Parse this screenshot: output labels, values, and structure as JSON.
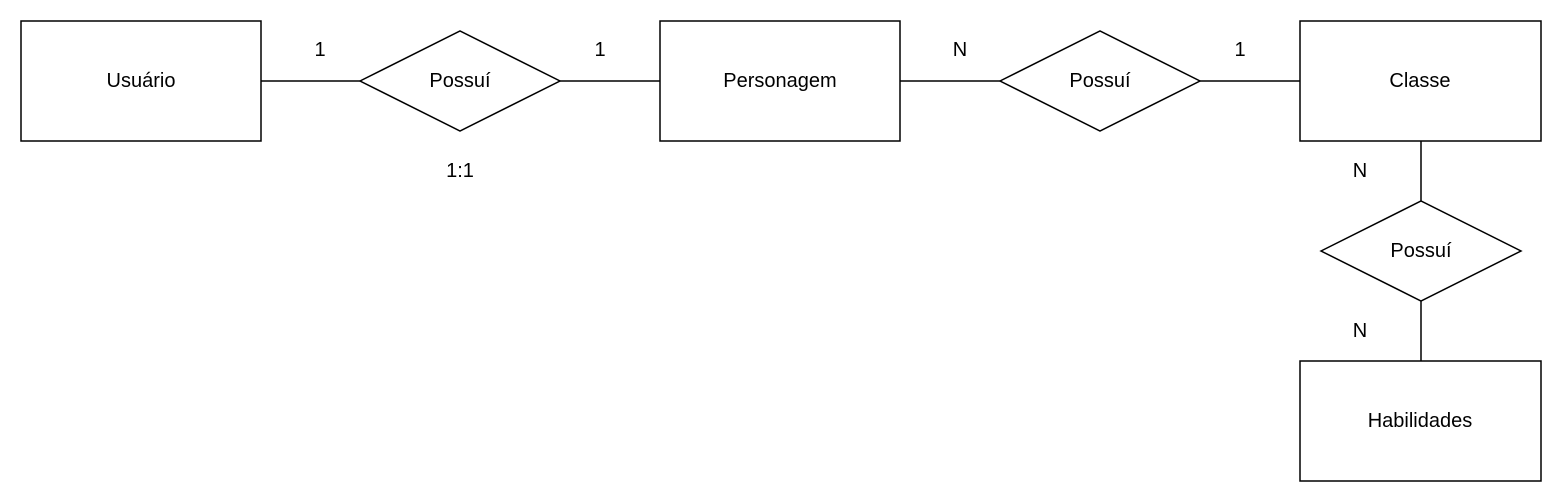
{
  "entities": {
    "usuario": "Usuário",
    "personagem": "Personagem",
    "classe": "Classe",
    "habilidades": "Habilidades"
  },
  "relationships": {
    "usuario_personagem": "Possuí",
    "personagem_classe": "Possuí",
    "classe_habilidades": "Possuí"
  },
  "cardinalities": {
    "usuario_side": "1",
    "personagem_side_left": "1",
    "usuario_personagem_ratio": "1:1",
    "personagem_side_right": "N",
    "classe_side_left": "1",
    "classe_side_bottom": "N",
    "habilidades_side": "N"
  }
}
